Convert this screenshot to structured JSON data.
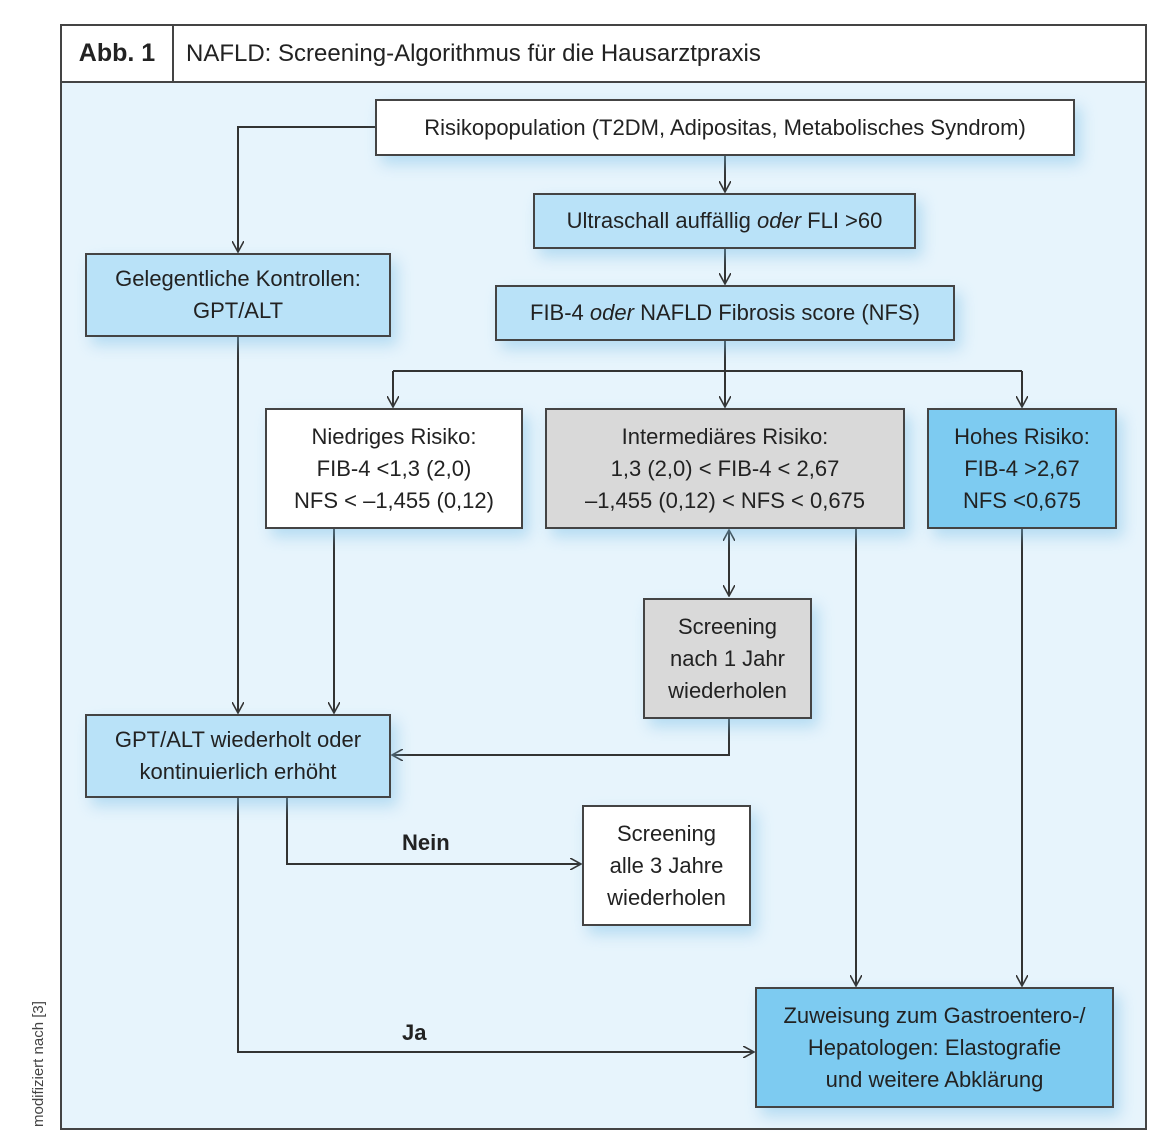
{
  "header": {
    "figure_number": "Abb. 1",
    "title": "NAFLD: Screening-Algorithmus für die Hausarztpraxis"
  },
  "colors": {
    "background": "#e7f4fc",
    "light_blue": "#b9e2f8",
    "dark_blue": "#7dcbf1",
    "gray": "#d9d9d9"
  },
  "nodes": {
    "risk_population": [
      "Risikopopulation (T2DM, Adipositas, Metabolisches Syndrom)"
    ],
    "ultrasound": {
      "pre": "Ultraschall auffällig ",
      "em": "oder",
      "post": " FLI >60"
    },
    "fib4": {
      "pre": "FIB-4 ",
      "em": "oder",
      "post": " NAFLD Fibrosis score (NFS)"
    },
    "occasional": [
      "Gelegentliche Kontrollen:",
      "GPT/ALT"
    ],
    "low_risk": [
      "Niedriges Risiko:",
      "FIB-4 <1,3 (2,0)",
      "NFS < –1,455 (0,12)"
    ],
    "intermediate_risk": [
      "Intermediäres Risiko:",
      "1,3 (2,0) < FIB-4 < 2,67",
      "–1,455 (0,12) < NFS < 0,675"
    ],
    "high_risk": [
      "Hohes Risiko:",
      "FIB-4 >2,67",
      "NFS <0,675"
    ],
    "screening_1y": [
      "Screening",
      "nach 1 Jahr",
      "wiederholen"
    ],
    "gpt_elevated": [
      "GPT/ALT wiederholt oder",
      "kontinuierlich erhöht"
    ],
    "screening_3y": [
      "Screening",
      "alle 3 Jahre",
      "wiederholen"
    ],
    "referral": [
      "Zuweisung zum Gastroentero-/",
      "Hepatologen: Elastografie",
      "und weitere Abklärung"
    ]
  },
  "edge_labels": {
    "no": "Nein",
    "yes": "Ja"
  },
  "source_note": "modifiziert nach [3]"
}
